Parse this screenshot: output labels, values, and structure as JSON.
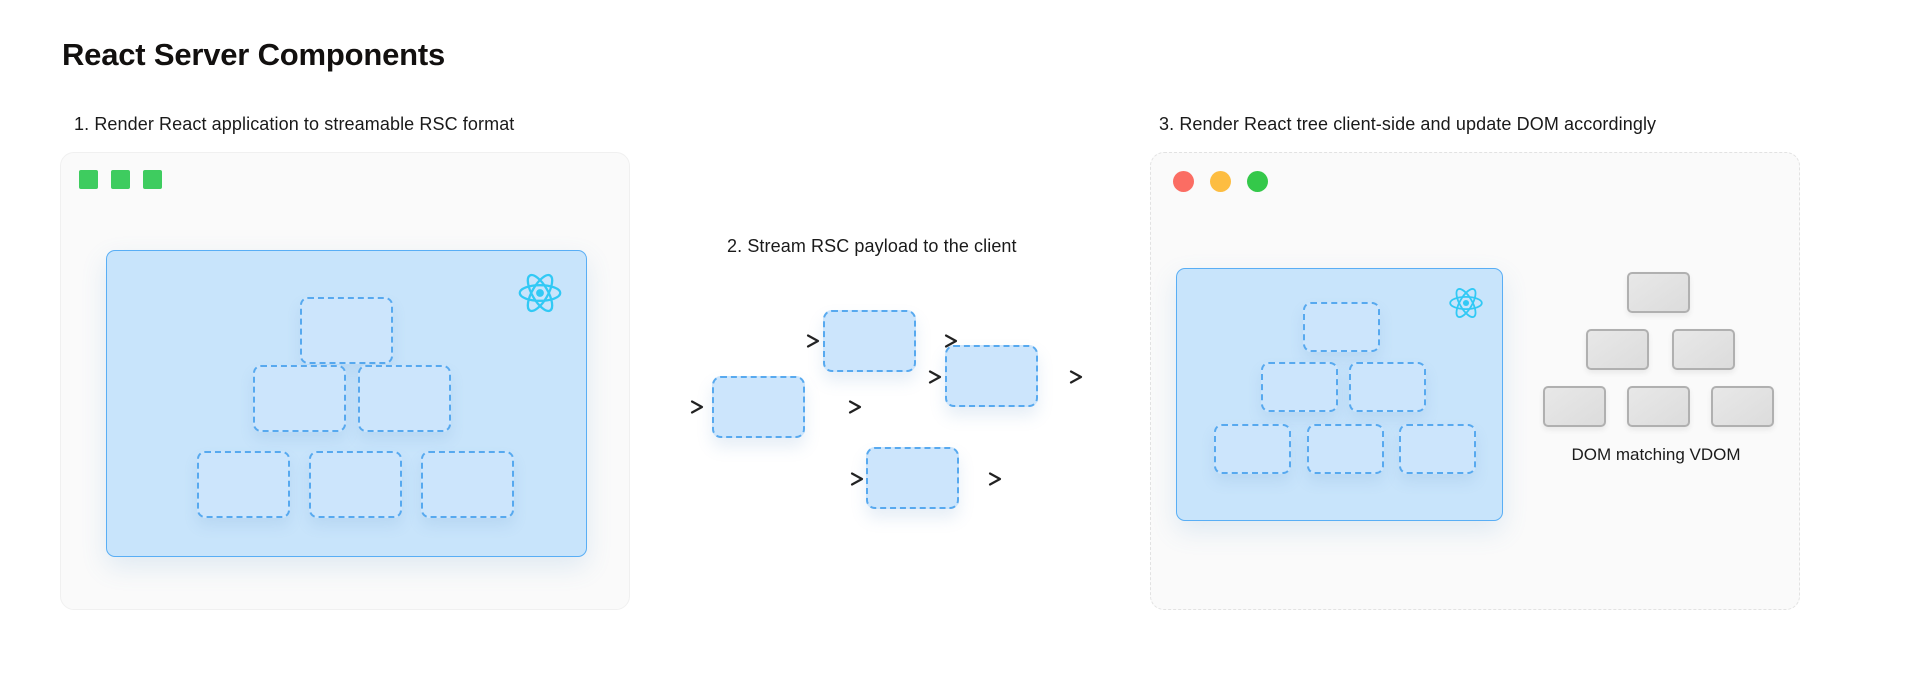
{
  "page": {
    "title": "React Server Components",
    "background": "#ffffff"
  },
  "steps": [
    {
      "index": "1",
      "caption": "1. Render React application to streamable RSC format",
      "panel": "server"
    },
    {
      "index": "2",
      "caption": "2. Stream RSC payload to the client",
      "panel": "stream"
    },
    {
      "index": "3",
      "caption": "3. Render React tree client-side and update DOM accordingly",
      "panel": "client"
    }
  ],
  "server_panel": {
    "window_dots": [
      {
        "name": "server-indicator-1",
        "color": "#3ecc5f",
        "shape": "square"
      },
      {
        "name": "server-indicator-2",
        "color": "#3ecc5f",
        "shape": "square"
      },
      {
        "name": "server-indicator-3",
        "color": "#3ecc5f",
        "shape": "square"
      }
    ],
    "card": {
      "icon": "react-logo-icon",
      "fill": "#c8e4fb",
      "border": "#59aef5",
      "nodes": 6,
      "node_layout": [
        1,
        2,
        3
      ]
    }
  },
  "stream_panel": {
    "nodes": [
      {
        "name": "rsc-chunk-a"
      },
      {
        "name": "rsc-chunk-b"
      },
      {
        "name": "rsc-chunk-c"
      },
      {
        "name": "rsc-chunk-d"
      }
    ],
    "arrows": 8,
    "node_fill": "#cce5fc",
    "node_border": "#57a9ef",
    "arrow_color": "#222222"
  },
  "client_panel": {
    "window_dots": [
      {
        "name": "traffic-light-close",
        "color": "#fb6d63",
        "shape": "circle"
      },
      {
        "name": "traffic-light-minimize",
        "color": "#fdbd41",
        "shape": "circle"
      },
      {
        "name": "traffic-light-maximize",
        "color": "#34c84a",
        "shape": "circle"
      }
    ],
    "card": {
      "icon": "react-logo-icon",
      "fill": "#c8e4fb",
      "border": "#59aef5",
      "nodes": 6,
      "node_layout": [
        1,
        2,
        3
      ]
    },
    "dom": {
      "label": "DOM matching VDOM",
      "nodes": 6,
      "node_layout": [
        1,
        2,
        3
      ],
      "node_border": "#b0b0b0",
      "node_fill": "#e2e2e2"
    }
  },
  "colors": {
    "accent_blue": "#59aef5",
    "card_fill": "#c8e4fb",
    "node_fill": "#cce5fc",
    "panel_bg": "#fafafa",
    "react_cyan": "#31c9f5",
    "green": "#3ecc5f",
    "text": "#111111"
  }
}
